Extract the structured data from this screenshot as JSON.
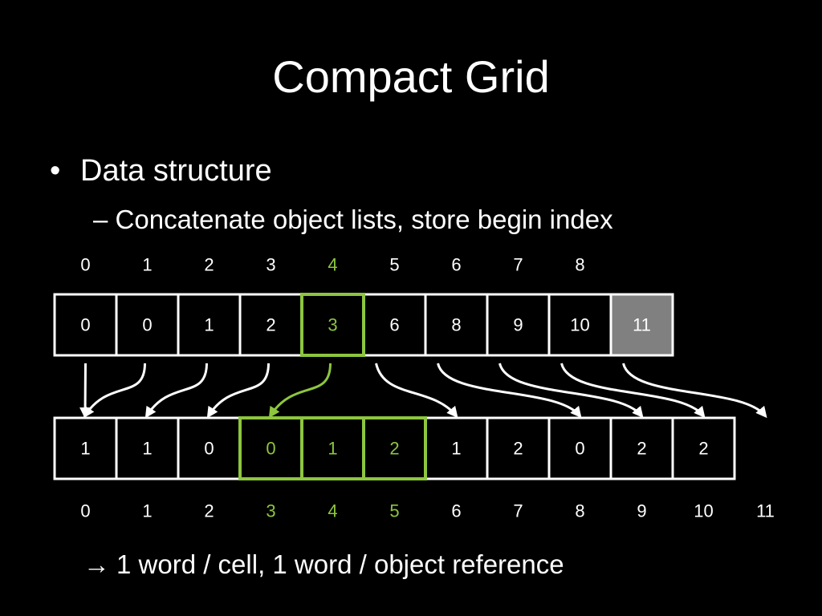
{
  "title": "Compact Grid",
  "bullet": {
    "marker": "•",
    "text": "Data structure"
  },
  "sub_bullet": {
    "marker": "–",
    "text": "Concatenate object lists, store begin index"
  },
  "colors": {
    "background": "#000000",
    "text": "#ffffff",
    "highlight": "#8dc63f",
    "sentinel_fill": "#808080"
  },
  "begin_index_array": {
    "indices": [
      "0",
      "1",
      "2",
      "3",
      "4",
      "5",
      "6",
      "7",
      "8"
    ],
    "values": [
      "0",
      "0",
      "1",
      "2",
      "3",
      "6",
      "8",
      "9",
      "10",
      "11"
    ],
    "highlight_cell": 4,
    "sentinel_cell": 9
  },
  "object_list_array": {
    "values": [
      "1",
      "1",
      "0",
      "0",
      "1",
      "2",
      "1",
      "2",
      "0",
      "2",
      "2"
    ],
    "indices": [
      "0",
      "1",
      "2",
      "3",
      "4",
      "5",
      "6",
      "7",
      "8",
      "9",
      "10",
      "11"
    ],
    "highlight_range": [
      3,
      5
    ]
  },
  "footer": {
    "arrow": "→",
    "text": "1 word / cell, 1 word / object reference"
  }
}
